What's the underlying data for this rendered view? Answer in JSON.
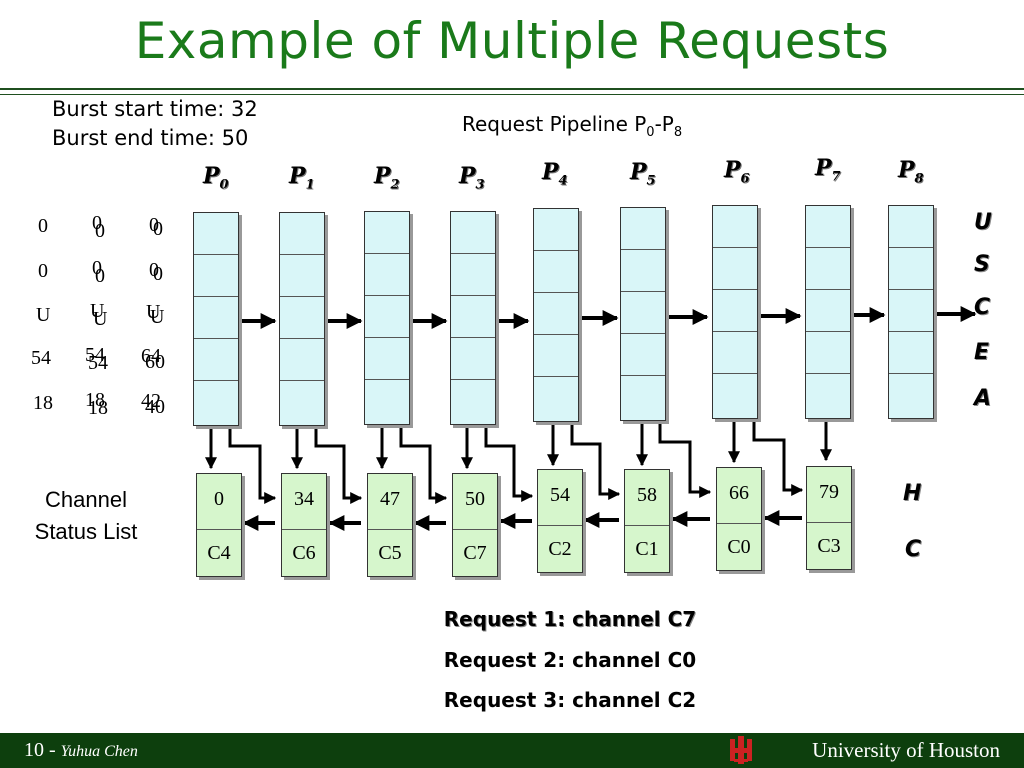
{
  "title": "Example of Multiple Requests",
  "burst": {
    "start": "Burst start time: 32",
    "end": "Burst end time: 50"
  },
  "pipeline": {
    "label": "Request Pipeline P",
    "sub_from": "0",
    "dash": "-P",
    "sub_to": "8"
  },
  "pipeline_stages": [
    {
      "p": "P",
      "sub": "0"
    },
    {
      "p": "P",
      "sub": "1"
    },
    {
      "p": "P",
      "sub": "2"
    },
    {
      "p": "P",
      "sub": "3"
    },
    {
      "p": "P",
      "sub": "4"
    },
    {
      "p": "P",
      "sub": "5"
    },
    {
      "p": "P",
      "sub": "6"
    },
    {
      "p": "P",
      "sub": "7"
    },
    {
      "p": "P",
      "sub": "8"
    }
  ],
  "left_values": [
    "0",
    "0",
    "U",
    "54",
    "18"
  ],
  "ghost_values": {
    "col2": [
      "0",
      "0",
      "U",
      "54",
      "18"
    ],
    "col2_shadow": [
      "0",
      "0",
      "U",
      "54",
      "18"
    ],
    "col3": [
      "0",
      "0",
      "U",
      "64",
      "42"
    ],
    "col3_shadow": [
      "0",
      "0",
      "U",
      "60",
      "40"
    ]
  },
  "right_letters": [
    "U",
    "S",
    "C",
    "E",
    "A"
  ],
  "right_letters_lower": [
    "H",
    "C"
  ],
  "channels": [
    {
      "time": "0",
      "name": "C4"
    },
    {
      "time": "34",
      "name": "C6"
    },
    {
      "time": "47",
      "name": "C5"
    },
    {
      "time": "50",
      "name": "C7"
    },
    {
      "time": "54",
      "name": "C2"
    },
    {
      "time": "58",
      "name": "C1"
    },
    {
      "time": "66",
      "name": "C0"
    },
    {
      "time": "79",
      "name": "C3"
    }
  ],
  "channel_status_label": {
    "line1": "Channel",
    "line2": "Status List"
  },
  "requests": [
    "Request 1: channel C7",
    "Request 2: channel C0",
    "Request 3: channel C2"
  ],
  "footer": {
    "page": "10 - ",
    "author": "Yuhua Chen",
    "university": "University of Houston"
  },
  "colors": {
    "title": "#1a7a1a",
    "pipeline_fill": "#d9f6f8",
    "channel_fill": "#d6f6cc",
    "footer_bg": "#0d3f0d",
    "logo": "#cc2222"
  }
}
